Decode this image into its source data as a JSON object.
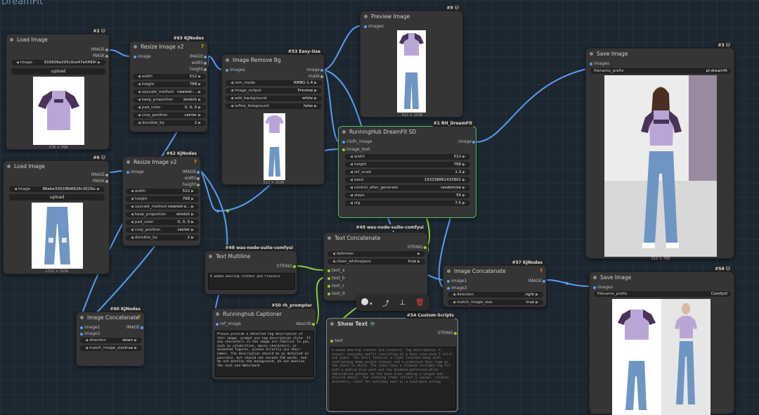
{
  "group_title": "DreamFit",
  "nodes": {
    "load1": {
      "title": "Load Image",
      "badge": "#2 🐱",
      "out_image": "IMAGE",
      "out_mask": "MASK",
      "image_label": "image",
      "image_value": "916606e205c0ce47e049942392b...",
      "upload": "upload",
      "size": "576 × 768"
    },
    "load2": {
      "title": "Load Image",
      "badge": "#6 🐱",
      "out_image": "IMAGE",
      "out_mask": "MASK",
      "image_label": "image",
      "image_value": "86ebe3301f8b6629c3029a263c36...",
      "upload": "upload",
      "size": "1152 × 1536"
    },
    "resize1": {
      "title": "Resize Image v2",
      "badge": "#63 KJNodes",
      "q": "?",
      "in_image": "image",
      "out_image": "IMAGE",
      "out_width": "width",
      "out_height": "height",
      "widgets": [
        [
          "width",
          "512"
        ],
        [
          "height",
          "768"
        ],
        [
          "upscale_method",
          "nearest-..."
        ],
        [
          "keep_proportion",
          "stretch"
        ],
        [
          "pad_color",
          "0, 0, 0"
        ],
        [
          "crop_position",
          "center"
        ],
        [
          "divisible_by",
          "2"
        ]
      ]
    },
    "resize2": {
      "title": "Resize Image v2",
      "badge": "#62 KJNodes",
      "q": "?",
      "in_image": "image",
      "out_image": "IMAGE",
      "out_width": "width",
      "out_height": "height",
      "widgets": [
        [
          "width",
          "512"
        ],
        [
          "height",
          "768"
        ],
        [
          "upscale_method",
          "nearest-e..."
        ],
        [
          "keep_proportion",
          "stretch"
        ],
        [
          "pad_color",
          "0, 0, 0"
        ],
        [
          "crop_position",
          "center"
        ],
        [
          "divisible_by",
          "2"
        ]
      ]
    },
    "removebg": {
      "title": "Image Remove Bg",
      "badge": "#53 Easy-Use",
      "in_images": "images",
      "out_image": "image",
      "out_mask": "mask",
      "widgets": [
        [
          "rem_mode",
          "RMBG-1.4"
        ],
        [
          "image_output",
          "Preview"
        ],
        [
          "add_background",
          "white"
        ],
        [
          "refine_foreground",
          "false"
        ]
      ],
      "size": "512 × 1536"
    },
    "preview": {
      "title": "Preview Image",
      "badge": "#9 🐱",
      "in_images": "images",
      "size": "512 × 1536"
    },
    "dreamfit": {
      "title": "RunningHub DreamFit SD",
      "badge": "#1 RH_DreamFit",
      "in_cloth": "cloth_image",
      "in_text": "image_text",
      "out_image": "image",
      "widgets": [
        [
          "width",
          "512"
        ],
        [
          "height",
          "768"
        ],
        [
          "ref_scale",
          "1.3"
        ],
        [
          "seed",
          "193338861433901"
        ],
        [
          "control_after_generate",
          "randomize"
        ],
        [
          "steps",
          "50"
        ],
        [
          "cfg",
          "7.5"
        ]
      ]
    },
    "save1": {
      "title": "Save Image",
      "badge": "#3 🐱",
      "in_images": "images",
      "prefix_label": "filename_prefix",
      "prefix_value": "pl-dreamfit",
      "size": "512 × 768"
    },
    "save2": {
      "title": "Save Image",
      "badge": "#58 🐱",
      "in_images": "images",
      "prefix_label": "filename_prefix",
      "prefix_value": "ComfyUI"
    },
    "textconcat": {
      "title": "Text Concatenate",
      "badge": "#49 was-node-suite-comfyui",
      "out": "STRING",
      "widgets": [
        [
          "delimiter",
          ""
        ],
        [
          "clean_whitespace",
          "true"
        ]
      ],
      "inputs": [
        "text_a",
        "text_b",
        "text_c",
        "text_d"
      ]
    },
    "textmulti": {
      "title": "Text Multiline",
      "badge": "#48 was-node-suite-comfyui",
      "out": "STRING",
      "text": "A woman wearing clothes and trousers"
    },
    "captioner": {
      "title": "Runninghub Captioner",
      "badge": "#50 rh_prompter",
      "in": "ref_image",
      "out": "describ",
      "text": "Please provide a detailed tag description of this image. prompt use tag description style. If any characters in the image are familiar to you, such as celebrities, movie characters, or animated figures, please directly use their names. The description should be as detailed as possible, but should not exceed 150 words, and do not mention the background, do not mention the text and Watermark"
    },
    "showtext": {
      "title": "Show Text",
      "badge": "#54 Custom-Scripts",
      "in": "text",
      "out": "STRING",
      "text": "A woman wearing clothes and trousers. Tag description: A casual, everyday outfit consisting of a Vans crew-neck T-shirt and jeans. The shirt features a light lavender body with contrasting deep purple sleeves and a prominent Vans logo on the chest in white. The jeans have a relaxed straight-leg fit with a medium blue wash and two diamond-patterned white embroidered patches on the knee area, adding a unique and stylish detail. The clothing items reflect a casual, relaxed aesthetic, ideal for everyday wear or a laid-back outing"
    },
    "imgconcat1": {
      "title": "Image Concatenate",
      "badge": "#57 KJNodes",
      "q": "?",
      "in1": "image1",
      "in2": "image2",
      "out": "IMAGE",
      "widgets": [
        [
          "direction",
          "right"
        ],
        [
          "match_image_size",
          "true"
        ]
      ]
    },
    "imgconcat2": {
      "title": "Image Concatenate",
      "badge": "#60 KJNodes",
      "q": "?",
      "in1": "image1",
      "in2": "image2",
      "out": "IMAGE",
      "widgets": [
        [
          "direction",
          "down"
        ],
        [
          "match_image_size",
          "true"
        ]
      ]
    }
  },
  "toolbar": {
    "icons": [
      "color-dot-icon",
      "chevron-down-icon",
      "bypass-icon",
      "pin-icon",
      "trash-icon"
    ]
  },
  "colors": {
    "wire_image": "#5b9cf0",
    "wire_string": "#8fcf3a",
    "selected": "#4fbf4f",
    "tshirt": "#b9a6d6",
    "sleeve": "#4a3358",
    "jeans": "#6f95c2"
  }
}
